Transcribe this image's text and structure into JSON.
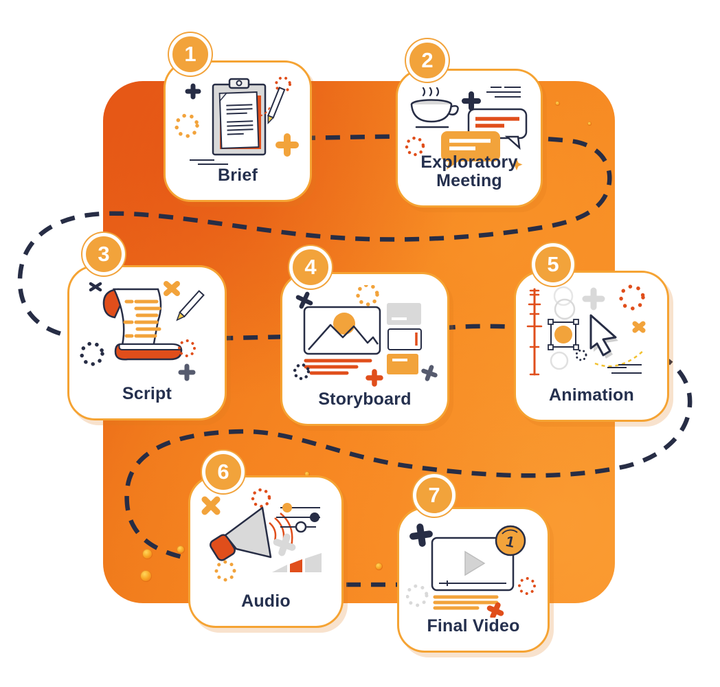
{
  "infographic": {
    "steps": [
      {
        "number": "1",
        "label": "Brief",
        "icon": "clipboard-icon"
      },
      {
        "number": "2",
        "label": "Exploratory Meeting",
        "icon": "coffee-chat-icon"
      },
      {
        "number": "3",
        "label": "Script",
        "icon": "script-scroll-icon"
      },
      {
        "number": "4",
        "label": "Storyboard",
        "icon": "storyboard-frame-icon"
      },
      {
        "number": "5",
        "label": "Animation",
        "icon": "animation-cursor-icon"
      },
      {
        "number": "6",
        "label": "Audio",
        "icon": "speaker-icon"
      },
      {
        "number": "7",
        "label": "Final Video",
        "icon": "video-player-icon"
      }
    ],
    "final_video_medal_text": "1",
    "colors": {
      "background_orange": "#F5821F",
      "background_red_orange": "#E75D16",
      "badge_orange": "#F2A33B",
      "accent_red": "#E04E1B",
      "ink_navy": "#272D45",
      "neutral_gray": "#D9D9D9",
      "card_border_orange": "#F5A333",
      "highlight_yellow": "#F2C12E"
    }
  }
}
